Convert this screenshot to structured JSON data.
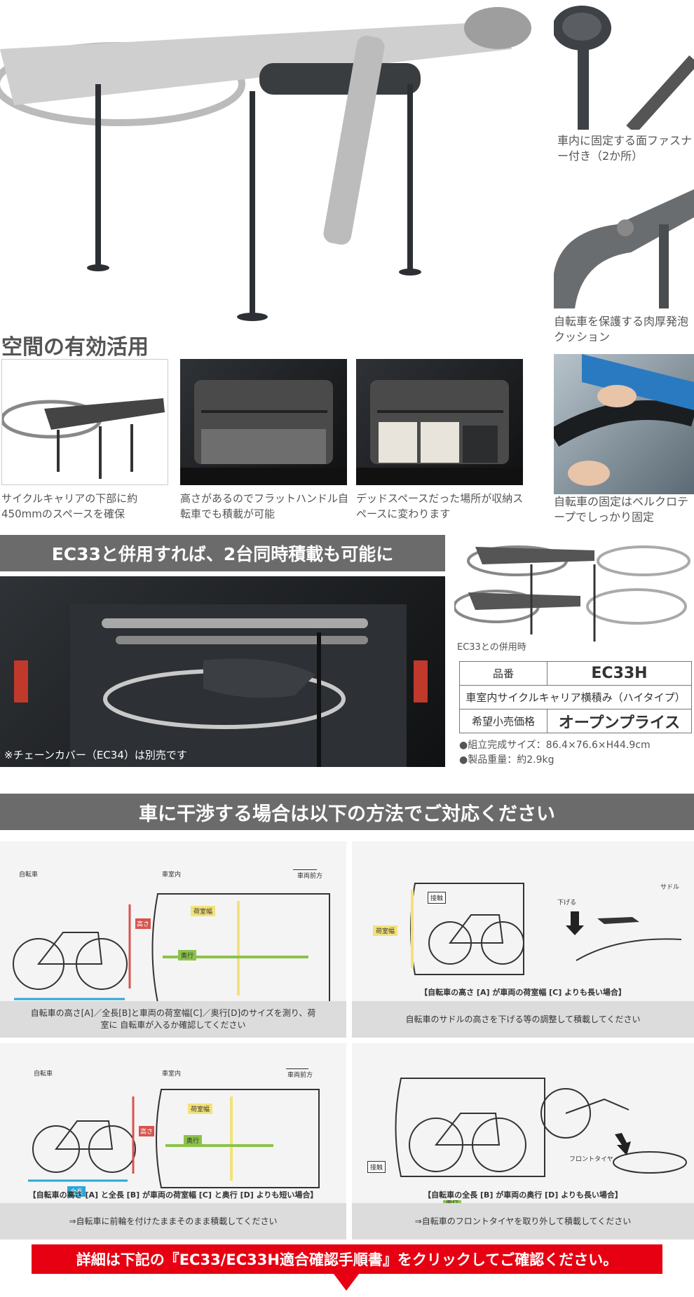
{
  "hero": {
    "callout_top": "車内に固定する面ファスナー付き（2か所）",
    "callout_mid": "自転車を保護する肉厚発泡クッション",
    "callout_bottom": "自転車の固定はベルクロテープでしっかり固定"
  },
  "space": {
    "heading": "空間の有効活用",
    "captions": [
      "サイクルキャリアの下部に約450mmのスペースを確保",
      "高さがあるのでフラットハンドル自転車でも積載が可能",
      "デッドスペースだった場所が収納スペースに変わります"
    ]
  },
  "combo": {
    "banner": "EC33と併用すれば、2台同時積載も可能に",
    "photo_note": "※チェーンカバー（EC34）は別売です",
    "side_caption": "EC33との併用時"
  },
  "spec": {
    "rows": [
      {
        "label": "品番",
        "value": "EC33H"
      },
      {
        "label": "車室内サイクルキャリア横積み（ハイタイプ）",
        "value": ""
      },
      {
        "label": "希望小売価格",
        "value": "オープンプライス"
      }
    ],
    "bullets": [
      "●組立完成サイズ：86.4×76.6×H44.9cm",
      "●製品重量：約2.9kg"
    ]
  },
  "guide": {
    "banner": "車に干渉する場合は以下の方法でご対応ください",
    "labels": {
      "bicycle": "自転車",
      "interior": "車室内",
      "forward": "車両前方",
      "height": "高さ",
      "length": "全長",
      "cargo_width": "荷室幅",
      "depth": "奥行",
      "contact": "接触",
      "lower": "下げる",
      "saddle": "サドル",
      "front_tire": "フロントタイヤ"
    },
    "panels": [
      {
        "note": "",
        "caption": "自転車の高さ[A]／全長[B]と車両の荷室幅[C]／奥行[D]のサイズを測り、荷室に 自転車が入るか確認してください"
      },
      {
        "note": "【自転車の高さ [A] が車両の荷室幅 [C] よりも長い場合】",
        "caption": "自転車のサドルの高さを下げる等の調整して積載してください"
      },
      {
        "note": "【自転車の高さ [A] と全長 [B] が車両の荷室幅 [C] と奥行 [D] よりも短い場合】",
        "caption": "⇒自転車に前輪を付けたままそのまま積載してください"
      },
      {
        "note": "【自転車の全長 [B] が車両の奥行 [D] よりも長い場合】",
        "caption": "⇒自転車のフロントタイヤを取り外して積載してください"
      }
    ]
  },
  "footer": {
    "cta": "詳細は下記の『EC33/EC33H適合確認手順書』をクリックしてご確認ください。"
  },
  "colors": {
    "banner_gray": "#6b6b6b",
    "cta_red": "#e60012",
    "tag_red": "#d9534f",
    "tag_blue": "#2aa7d6",
    "tag_yellow": "#f3e27a",
    "tag_green": "#8bc34a"
  }
}
